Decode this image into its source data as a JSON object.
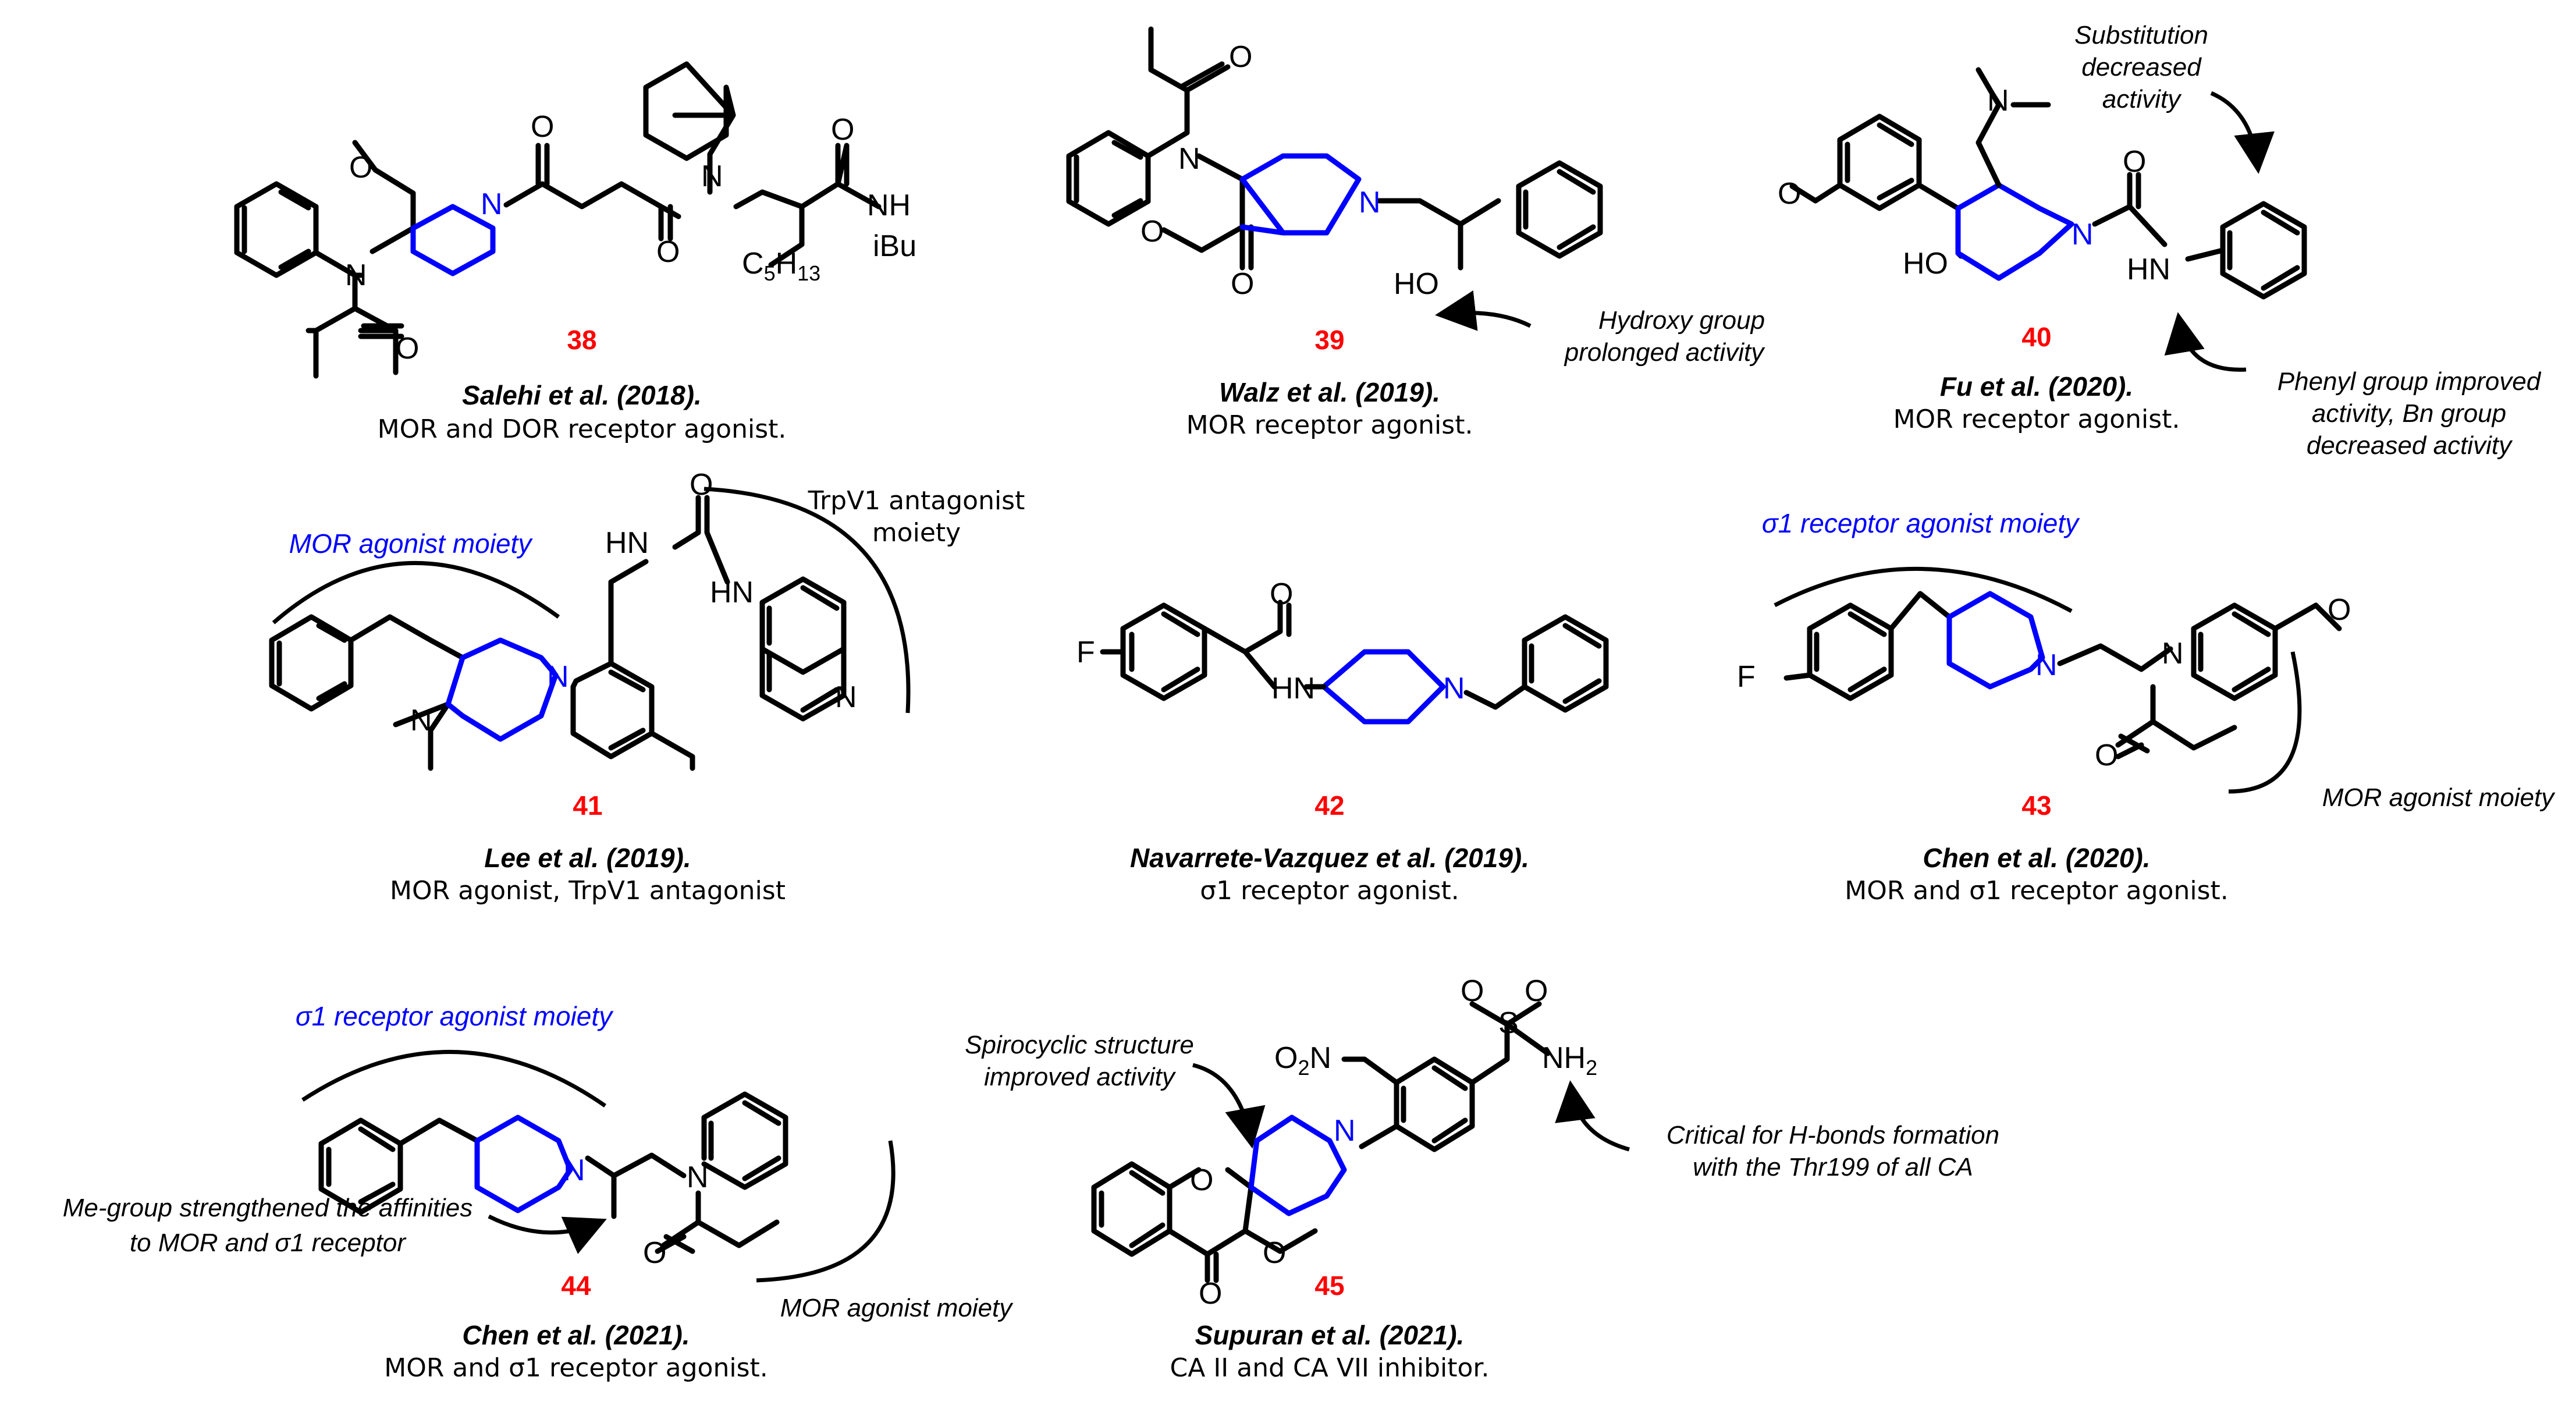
{
  "compounds": [
    {
      "id": "38",
      "number": "38",
      "author": "Salehi et al. (2018).",
      "description": "MOR and DOR receptor agonist."
    },
    {
      "id": "39",
      "number": "39",
      "author": "Walz et al. (2019).",
      "description": "MOR receptor agonist."
    },
    {
      "id": "40",
      "number": "40",
      "author": "Fu et al. (2020).",
      "description": "MOR receptor agonist."
    },
    {
      "id": "41",
      "number": "41",
      "author": "Lee et al. (2019).",
      "description": "MOR agonist, TrpV1 antagonist"
    },
    {
      "id": "42",
      "number": "42",
      "author": "Navarrete-Vazquez et al. (2019).",
      "description": "σ1 receptor agonist."
    },
    {
      "id": "43",
      "number": "43",
      "author": "Chen et al. (2020).",
      "description": "MOR and σ1 receptor agonist."
    },
    {
      "id": "44",
      "number": "44",
      "author": "Chen et al. (2021).",
      "description": "MOR and σ1 receptor agonist."
    },
    {
      "id": "45",
      "number": "45",
      "author": "Supuran et al. (2021).",
      "description": "CA II and CA VII inhibitor."
    }
  ],
  "annotations": {
    "hydroxy": [
      "Hydroxy group",
      "prolonged activity"
    ],
    "substitution": [
      "Substitution",
      "decreased",
      "activity"
    ],
    "phenyl": [
      "Phenyl group improved",
      "activity, Bn group",
      "decreased activity"
    ],
    "trpv1": [
      "TrpV1 antagonist",
      "moiety"
    ],
    "mor_moiety_41": "MOR agonist moiety",
    "sigma_moiety_43": "σ1 receptor agonist moiety",
    "mor_moiety_43": "MOR agonist moiety",
    "sigma_moiety_44": "σ1 receptor agonist moiety",
    "me_group": [
      "Me-group strengthened the affinities",
      "to MOR and σ1 receptor"
    ],
    "mor_moiety_44": "MOR agonist moiety",
    "spiro": [
      "Spirocyclic structure",
      "improved activity"
    ],
    "hbond": [
      "Critical for H-bonds formation",
      "with the Thr199 of all CA"
    ]
  },
  "atoms": {
    "O": "O",
    "N": "N",
    "F": "F",
    "HN": "HN",
    "NH": "NH",
    "HO": "HO",
    "iBu": "iBu",
    "C": "C",
    "c5": "5",
    "H": "H",
    "c13": "13",
    "O2N_O": "O",
    "O2N_2": "2",
    "O2N_N": "N",
    "S": "S",
    "NH2_N": "NH",
    "NH2_2": "2"
  },
  "colors": {
    "structure": "#000000",
    "piperidine": "#0000ff",
    "compound_number": "#ff0000",
    "moiety_label": "#0000ff"
  }
}
